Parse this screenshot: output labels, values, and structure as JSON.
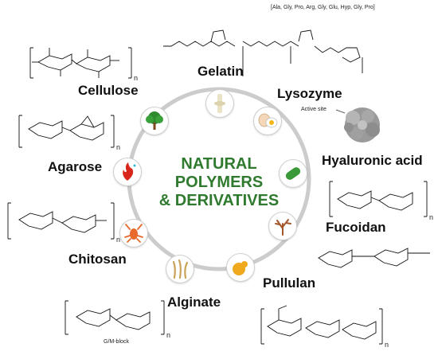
{
  "center": {
    "line1": "NATURAL",
    "line2": "POLYMERS",
    "line3": "& DERIVATIVES"
  },
  "polymers": [
    {
      "label": "Gelatin",
      "icon": "joint-icon"
    },
    {
      "label": "Lysozyme",
      "icon": "eggs-icon"
    },
    {
      "label": "Hyaluronic acid",
      "icon": "bacterium-icon"
    },
    {
      "label": "Fucoidan",
      "icon": "seaweed-icon"
    },
    {
      "label": "Pullulan",
      "icon": "fungus-icon"
    },
    {
      "label": "Alginate",
      "icon": "algae-icon"
    },
    {
      "label": "Chitosan",
      "icon": "crustacean-icon"
    },
    {
      "label": "Agarose",
      "icon": "red-algae-icon"
    },
    {
      "label": "Cellulose",
      "icon": "tree-icon"
    }
  ],
  "annotations": {
    "gelatin_sequence": "[Ala, Gly, Pro, Arg, Gly, Glu, Hyp, Gly, Pro]",
    "lysozyme_site": "Active site",
    "alginate_block": "G/M-block",
    "repeat_n": "n"
  },
  "colors": {
    "title_green": "#2f7a2f",
    "ring_gray": "#c8c8c8",
    "tree_green": "#2e8b2e",
    "flame_red": "#d9261c",
    "crab_orange": "#e8692a",
    "bacterium_green": "#3a9a3a",
    "seaweed_brown": "#a4552a",
    "fungus_yellow": "#f0a81c",
    "algae_tan": "#c9a257"
  }
}
